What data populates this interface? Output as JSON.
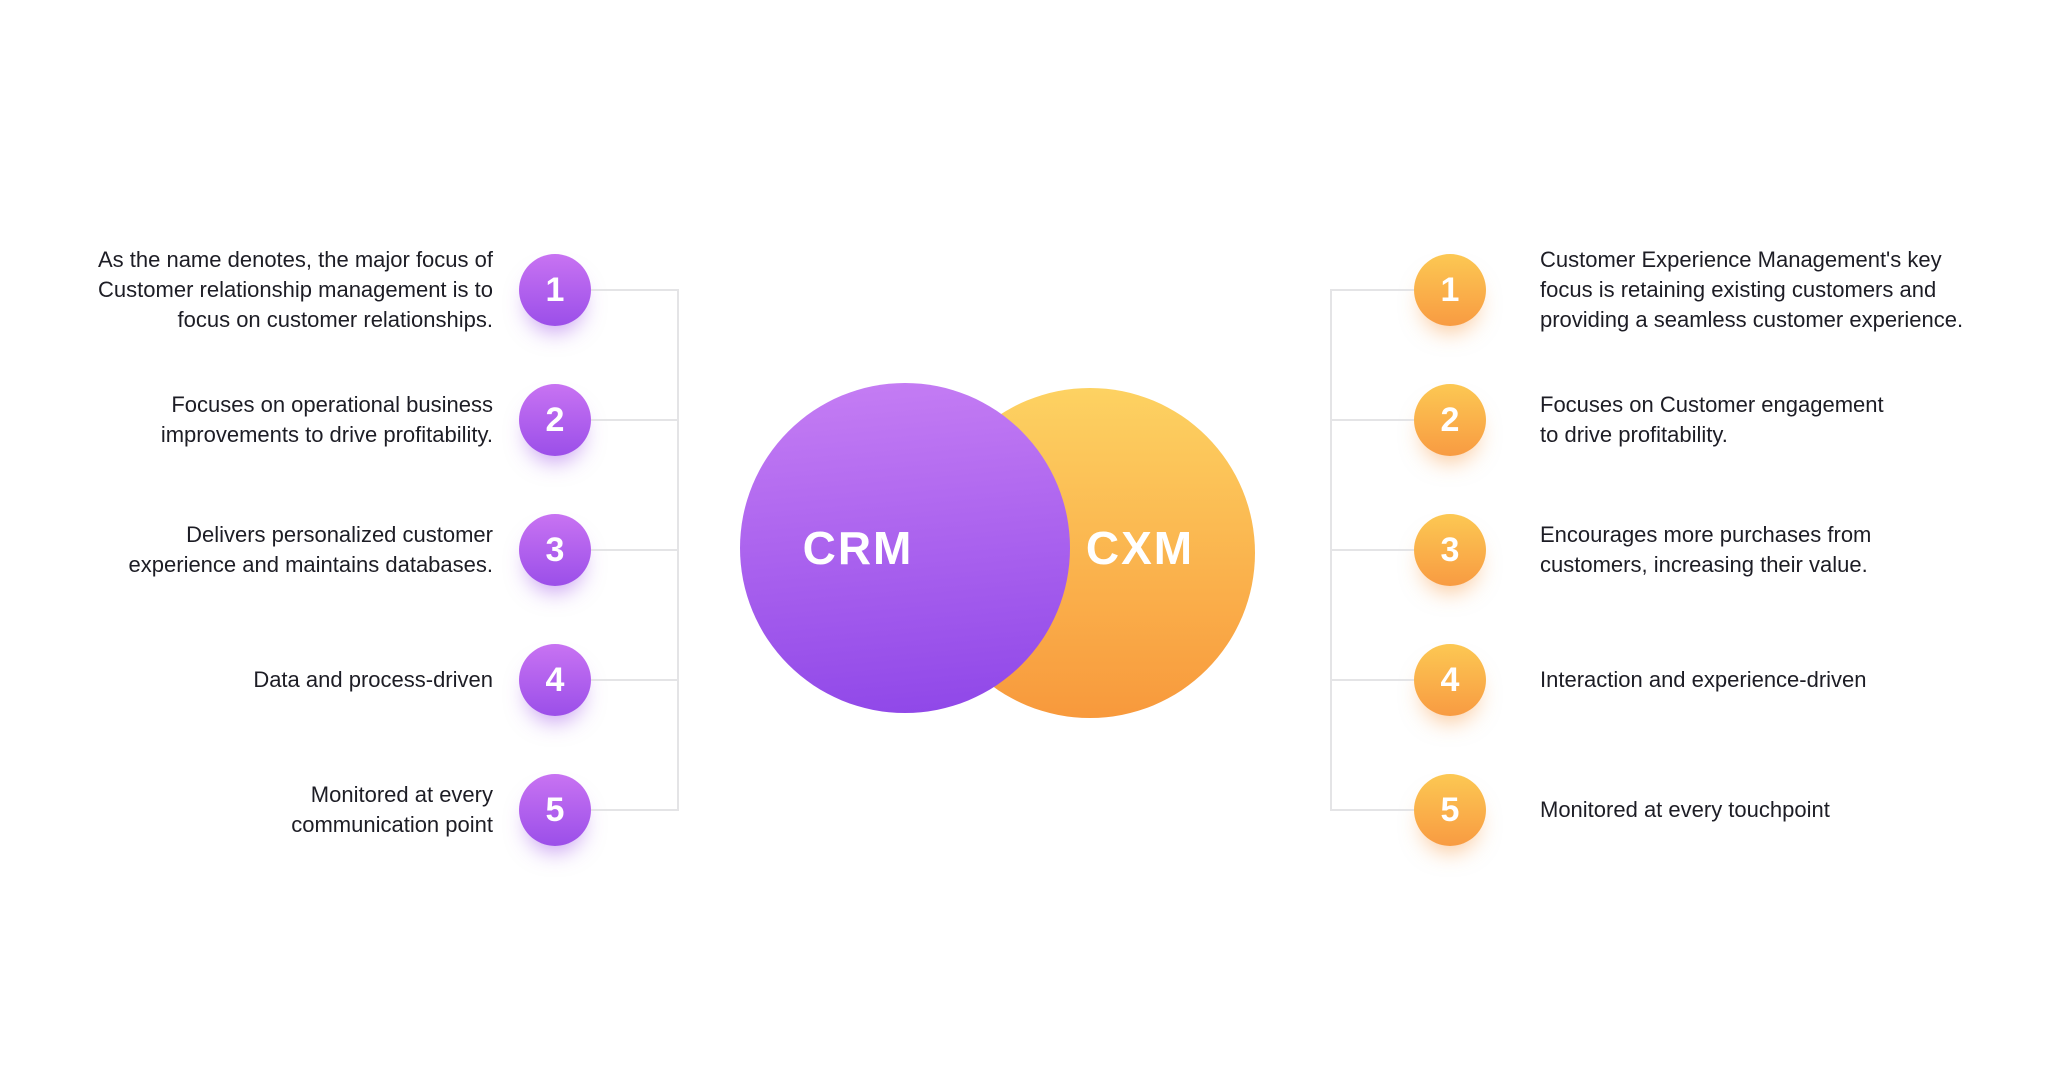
{
  "venn": {
    "left_label": "CRM",
    "right_label": "CXM"
  },
  "left_items": [
    {
      "num": "1",
      "text": "As the name denotes, the major focus of\nCustomer relationship management is to\nfocus on customer relationships."
    },
    {
      "num": "2",
      "text": "Focuses on operational business\nimprovements to drive profitability."
    },
    {
      "num": "3",
      "text": "Delivers personalized customer\nexperience and maintains databases."
    },
    {
      "num": "4",
      "text": "Data and process-driven"
    },
    {
      "num": "5",
      "text": "Monitored at every\ncommunication point"
    }
  ],
  "right_items": [
    {
      "num": "1",
      "text": "Customer Experience Management's key\nfocus is retaining existing customers and\nproviding a seamless customer experience."
    },
    {
      "num": "2",
      "text": "Focuses on Customer engagement\nto drive profitability."
    },
    {
      "num": "3",
      "text": "Encourages more purchases from\ncustomers, increasing their value."
    },
    {
      "num": "4",
      "text": "Interaction and experience-driven"
    },
    {
      "num": "5",
      "text": "Monitored at every touchpoint"
    }
  ],
  "colors": {
    "purple_gradient_top": "#c67ef4",
    "purple_gradient_bottom": "#8e46e8",
    "orange_gradient_top": "#fdd262",
    "orange_gradient_bottom": "#f8993c",
    "connector_line": "#e4e4e6",
    "body_text": "#1d1d25",
    "circle_label_text": "#ffffff"
  }
}
